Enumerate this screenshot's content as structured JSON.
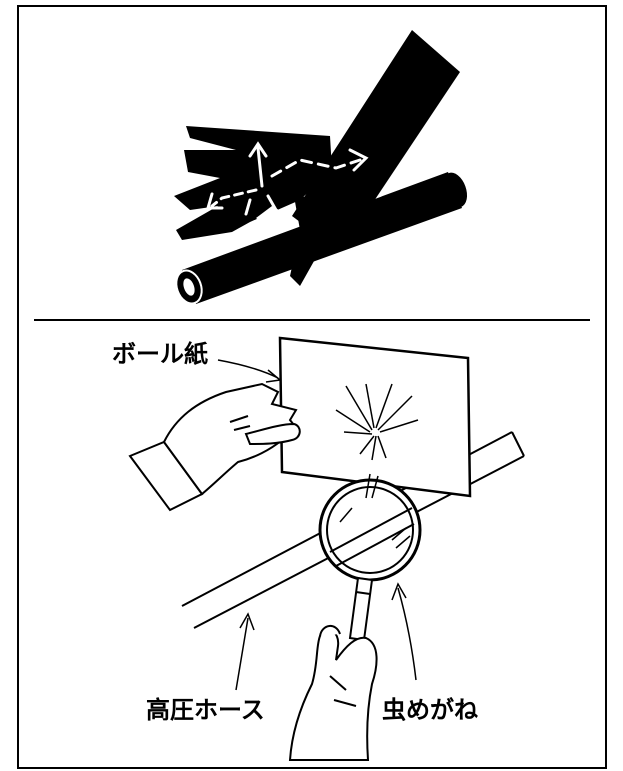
{
  "figure": {
    "labels": {
      "cardboard": "ボール紙",
      "high_pressure_hose": "高圧ホース",
      "magnifying_glass": "虫めがね"
    },
    "colors": {
      "ink": "#000000",
      "paper": "#ffffff"
    }
  }
}
